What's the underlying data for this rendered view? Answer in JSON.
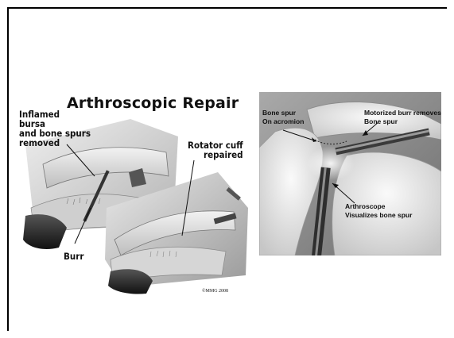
{
  "left_illustration": {
    "title": "Arthroscopic Repair",
    "label_bursa": [
      "Inflamed",
      "bursa",
      "and bone spurs",
      "removed"
    ],
    "label_cuff": [
      "Rotator cuff",
      "repaired"
    ],
    "label_burr": "Burr",
    "copyright": "©MMG 2008"
  },
  "right_photo": {
    "label_spur": [
      "Bone spur",
      "On acromion"
    ],
    "label_motor": [
      "Motorized burr removes",
      "Bone spur"
    ],
    "label_scope": [
      "Arthroscope",
      "Visualizes bone spur"
    ]
  }
}
